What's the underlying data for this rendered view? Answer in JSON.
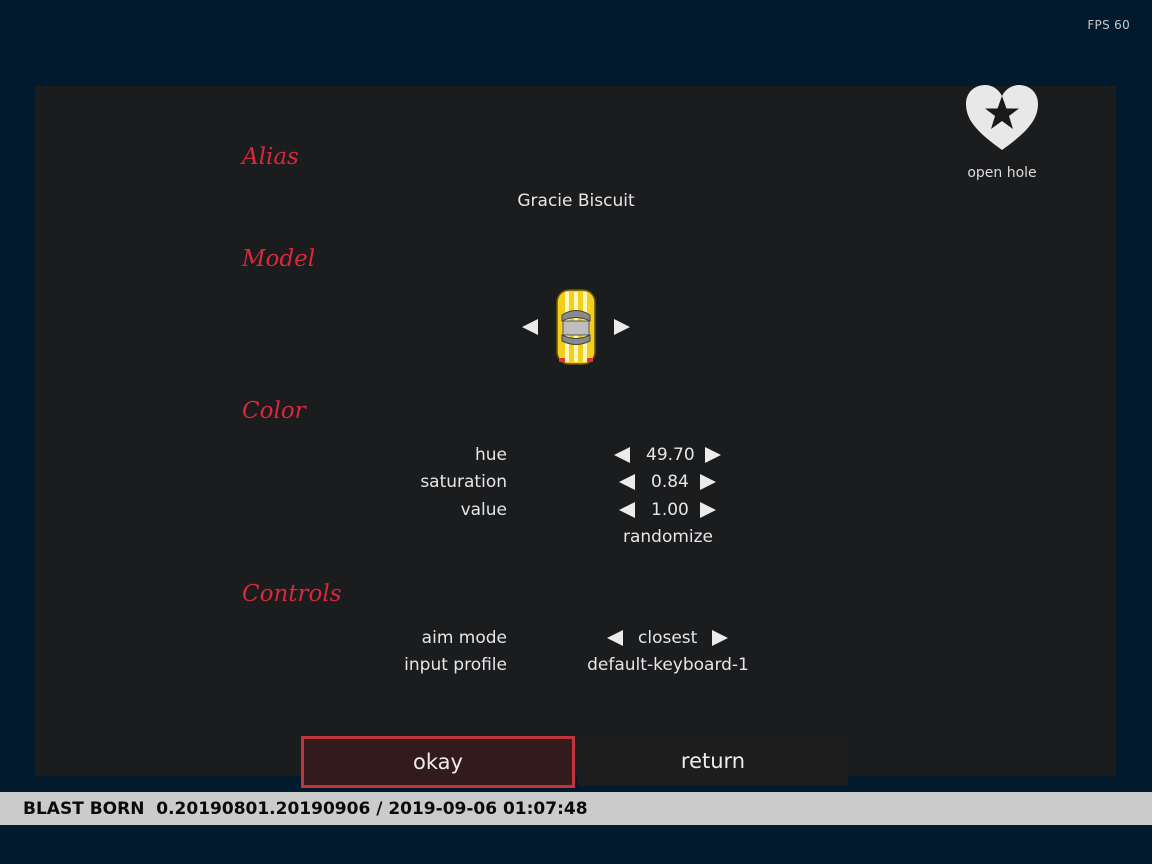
{
  "fps_text": "FPS 60",
  "sections": {
    "alias": "Alias",
    "model": "Model",
    "color": "Color",
    "controls": "Controls"
  },
  "alias_value": "Gracie Biscuit",
  "favorite": {
    "icon": "heart-star-icon",
    "label": "open hole"
  },
  "color": {
    "hue": {
      "label": "hue",
      "value": "49.70"
    },
    "saturation": {
      "label": "saturation",
      "value": "0.84"
    },
    "value": {
      "label": "value",
      "value": "1.00"
    },
    "randomize": "randomize"
  },
  "controls": {
    "aim_mode": {
      "label": "aim mode",
      "value": "closest"
    },
    "input_profile": {
      "label": "input profile",
      "value": "default-keyboard-1"
    }
  },
  "buttons": {
    "okay": "okay",
    "return": "return"
  },
  "status_bar": "BLAST BORN  0.20190801.20190906 / 2019-09-06 01:07:48",
  "colors": {
    "accent": "#d9283a",
    "background": "#011a2e",
    "panel": "#1b1c1e",
    "car": "#f2cf1d"
  }
}
